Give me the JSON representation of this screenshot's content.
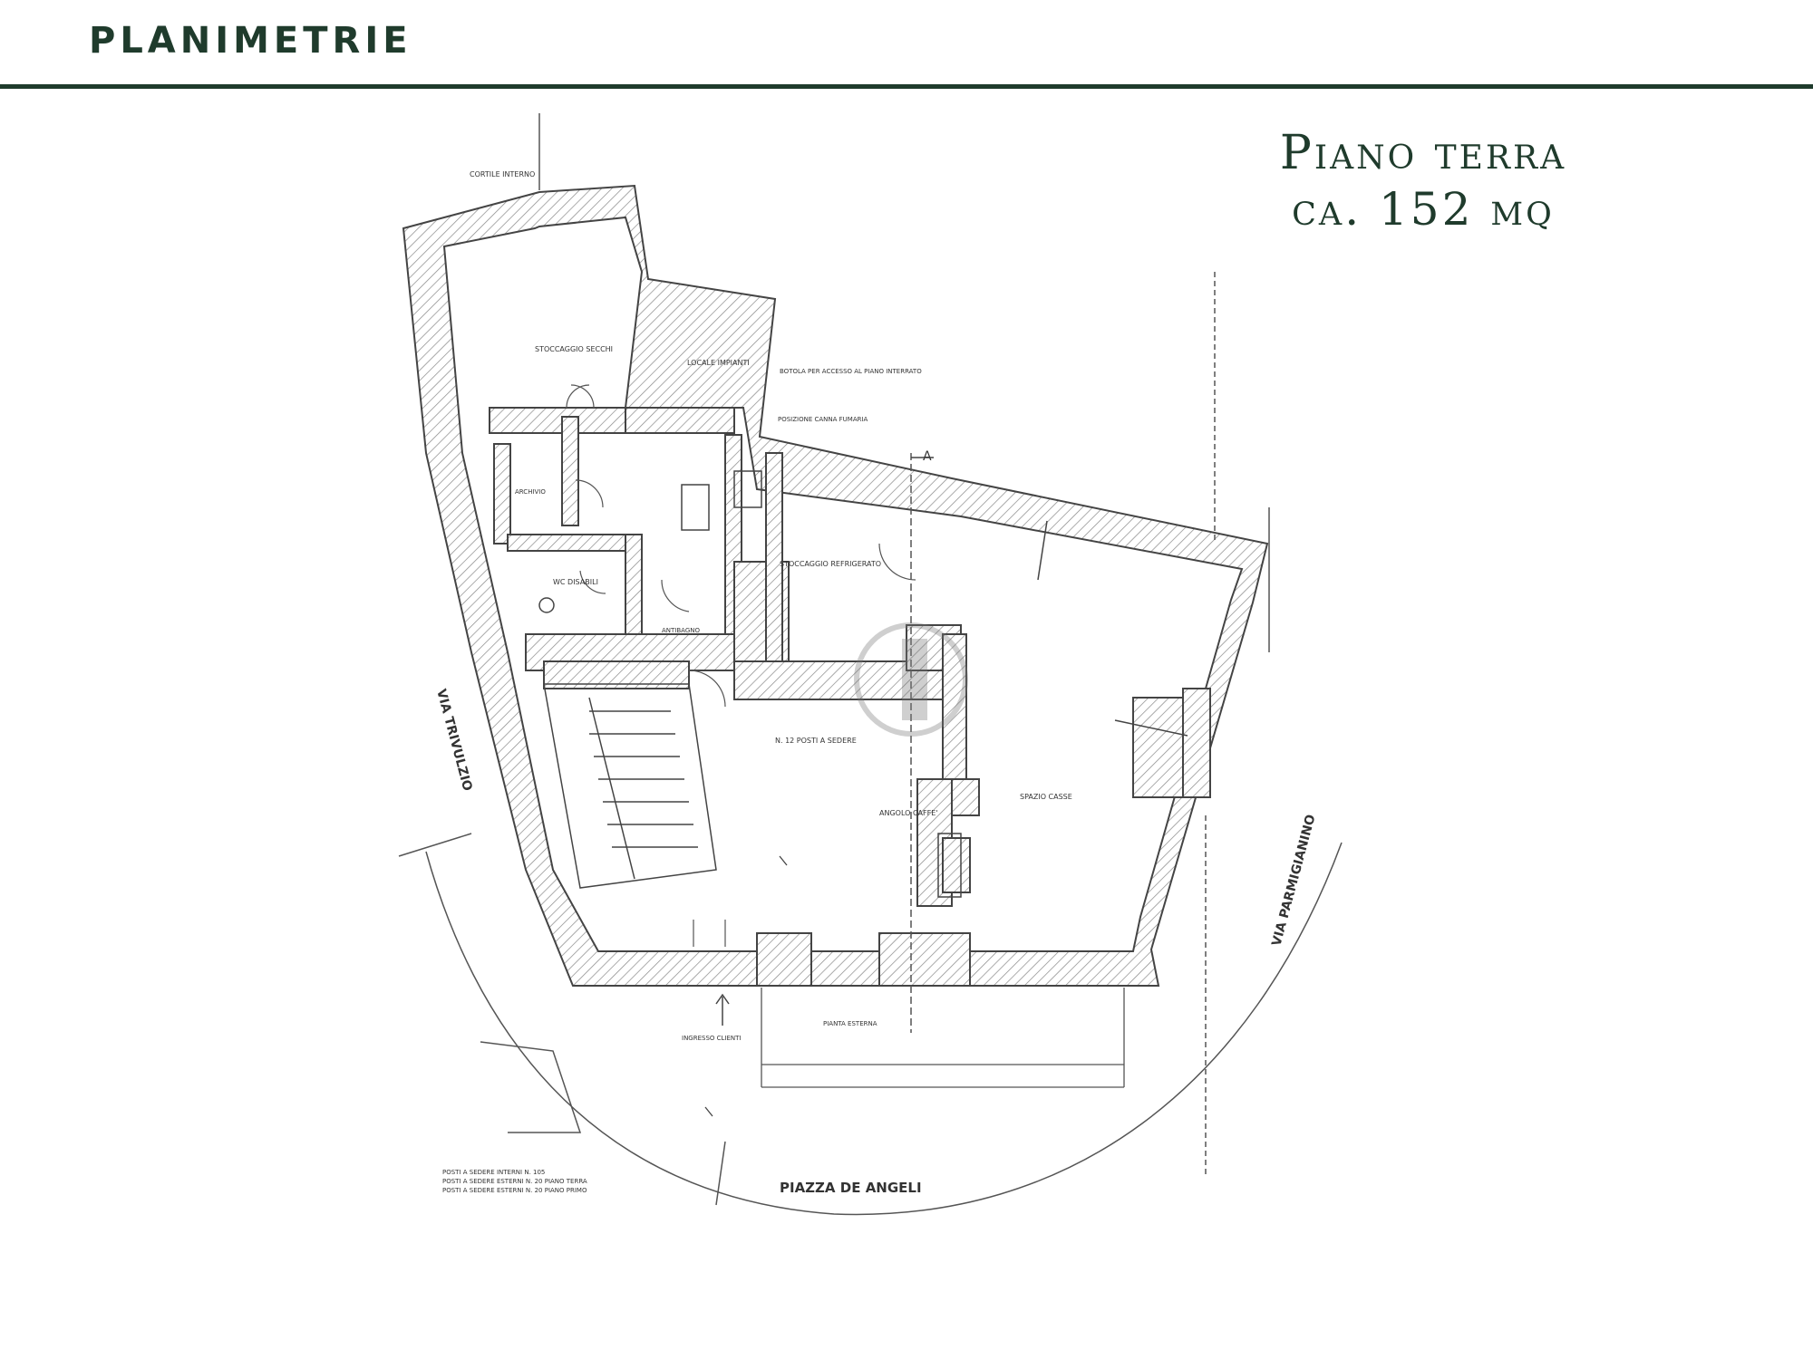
{
  "header": {
    "title": "PLANIMETRIE"
  },
  "floor": {
    "name": "Piano terra",
    "area": "ca. 152 mq"
  },
  "streets": {
    "west": "VIA TRIVULZIO",
    "east": "VIA PARMIGIANINO",
    "south": "PIAZZA DE ANGELI"
  },
  "rooms": {
    "cortile": "CORTILE INTERNO",
    "stoccaggio_secchi": "STOCCAGGIO SECCHI",
    "locale_impianti": "LOCALE IMPIANTI",
    "archivio": "ARCHIVIO",
    "wc_disabili": "WC DISABILI",
    "antibagno": "ANTIBAGNO",
    "stoccaggio_refrigerato": "STOCCAGGIO REFRIGERATO",
    "posti_sedere": "N. 12 POSTI A SEDERE",
    "angolo_caffe": "ANGOLO CAFFE'",
    "spazio_casse": "SPAZIO CASSE",
    "pianta_esterna": "PIANTA ESTERNA",
    "ingresso_clienti": "INGRESSO CLIENTI"
  },
  "notes": {
    "botola": "BOTOLA PER ACCESSO AL PIANO INTERRATO",
    "canna": "POSIZIONE CANNA FUMARIA",
    "seats_1": "POSTI A SEDERE INTERNI N. 105",
    "seats_2": "POSTI A SEDERE ESTERNI N. 20 PIANO TERRA",
    "seats_3": "POSTI A SEDERE ESTERNI N. 20 PIANO PRIMO"
  },
  "section_mark": "A",
  "colors": {
    "brand": "#1f3b2c",
    "line": "#444444",
    "hatch": "#777777"
  }
}
